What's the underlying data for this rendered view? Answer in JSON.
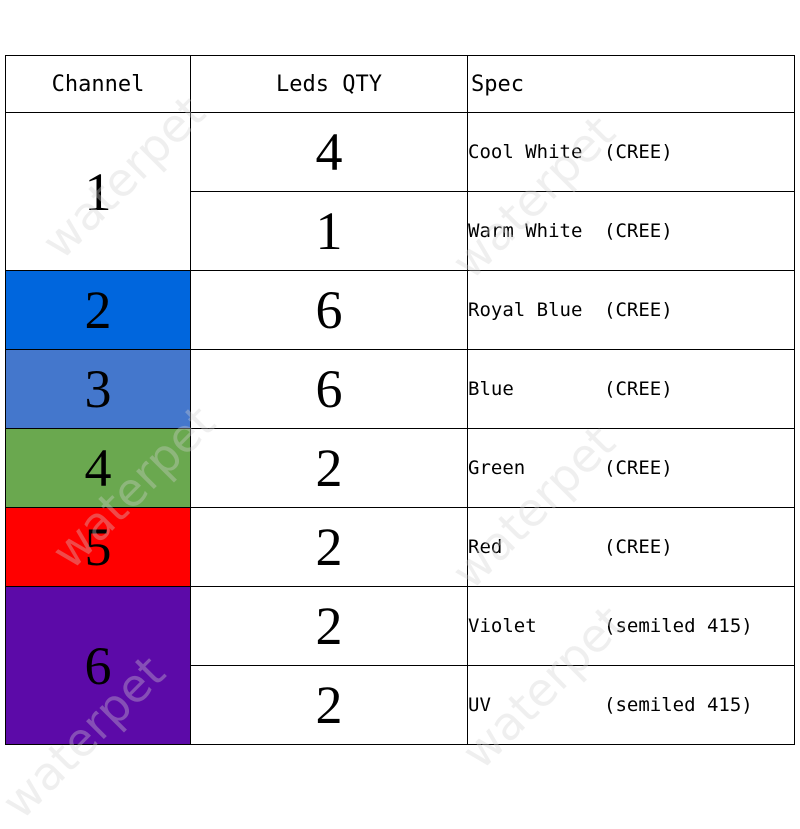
{
  "watermark": "waterpet",
  "table": {
    "headers": {
      "channel": "Channel",
      "leds_qty": "Leds QTY",
      "spec": "Spec"
    },
    "rows": [
      {
        "channel": "1",
        "channel_color": "#ffffff",
        "rowspan": 2,
        "items": [
          {
            "qty": "4",
            "name": "Cool White",
            "source": "(CREE)"
          },
          {
            "qty": "1",
            "name": "Warm White",
            "source": "(CREE)"
          }
        ]
      },
      {
        "channel": "2",
        "channel_color": "#0066dd",
        "rowspan": 1,
        "items": [
          {
            "qty": "6",
            "name": "Royal Blue",
            "source": "(CREE)"
          }
        ]
      },
      {
        "channel": "3",
        "channel_color": "#4477cc",
        "rowspan": 1,
        "items": [
          {
            "qty": "6",
            "name": "Blue",
            "source": "(CREE)"
          }
        ]
      },
      {
        "channel": "4",
        "channel_color": "#6aa84f",
        "rowspan": 1,
        "items": [
          {
            "qty": "2",
            "name": "Green",
            "source": "(CREE)"
          }
        ]
      },
      {
        "channel": "5",
        "channel_color": "#ff0000",
        "rowspan": 1,
        "items": [
          {
            "qty": "2",
            "name": "Red",
            "source": "(CREE)"
          }
        ]
      },
      {
        "channel": "6",
        "channel_color": "#5c0aa8",
        "rowspan": 2,
        "items": [
          {
            "qty": "2",
            "name": "Violet",
            "source": "(semiled 415)"
          },
          {
            "qty": "2",
            "name": "UV",
            "source": "(semiled 415)"
          }
        ]
      }
    ]
  }
}
